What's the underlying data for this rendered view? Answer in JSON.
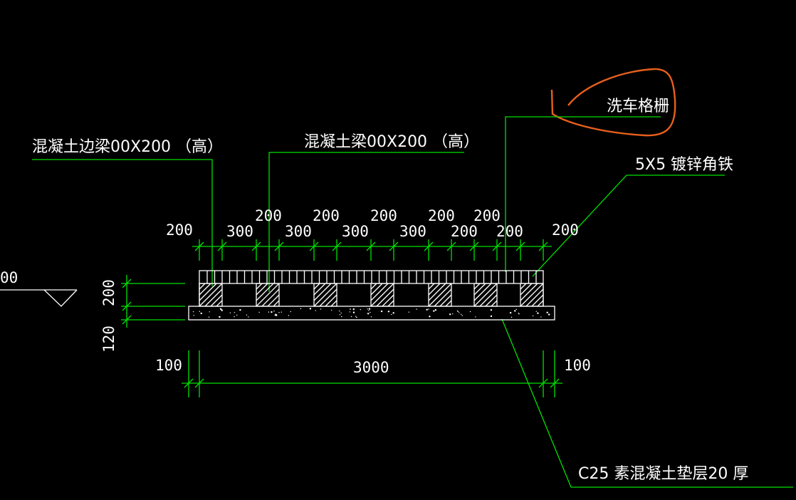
{
  "labels": {
    "edge_beam": "混凝土边梁00X200  （高）",
    "beam": "混凝土梁00X200  （高）",
    "grating": "洗车格栅",
    "angle_steel": "5X5 镀锌角铁",
    "cushion": "C25 素混凝土垫层20 厚"
  },
  "dims_top": [
    "200",
    "300",
    "200",
    "300",
    "200",
    "300",
    "200",
    "300",
    "200",
    "200",
    "200",
    "200",
    "200"
  ],
  "dims_left": [
    "200",
    "120"
  ],
  "dims_bottom": [
    "100",
    "3000",
    "100"
  ],
  "left_edge_value": "00",
  "colors": {
    "background": "#000000",
    "leader_lines": "#00e000",
    "drawing": "#ffffff",
    "annotation_circle": "#e8601c"
  }
}
